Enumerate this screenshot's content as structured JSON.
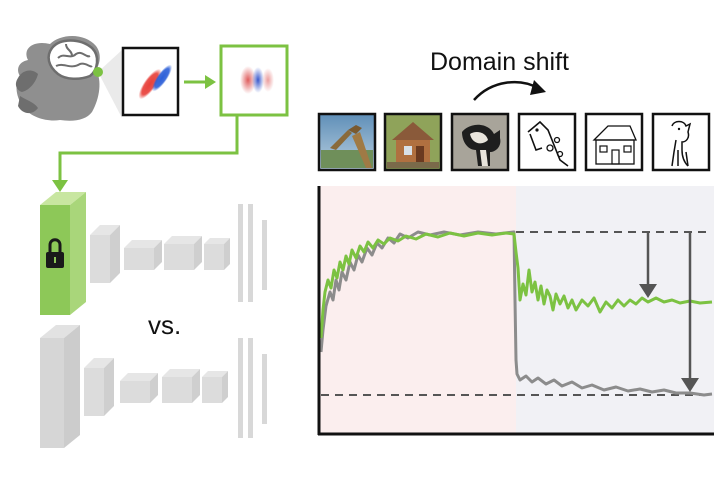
{
  "labels": {
    "domain_shift": "Domain shift",
    "versus": "vs."
  },
  "icons": {
    "subject": "monkey-head-with-brain",
    "stimulus": "oriented-red-blue-blob",
    "neural_filter": "blurred-receptive-field",
    "frozen_layer": "lock-icon"
  },
  "domains": [
    {
      "name": "giraffe-photo",
      "style": "photo"
    },
    {
      "name": "cabin-photo",
      "style": "photo"
    },
    {
      "name": "dog-photo",
      "style": "photo"
    },
    {
      "name": "giraffe-sketch",
      "style": "sketch"
    },
    {
      "name": "house-sketch",
      "style": "sketch"
    },
    {
      "name": "dog-sketch",
      "style": "sketch"
    }
  ],
  "colors": {
    "neural_model": "#7cc242",
    "baseline_model": "#8c8c8c",
    "training_region": "#fbeeee",
    "test_region": "#f1f1f5",
    "connector": "#7cc242"
  }
}
